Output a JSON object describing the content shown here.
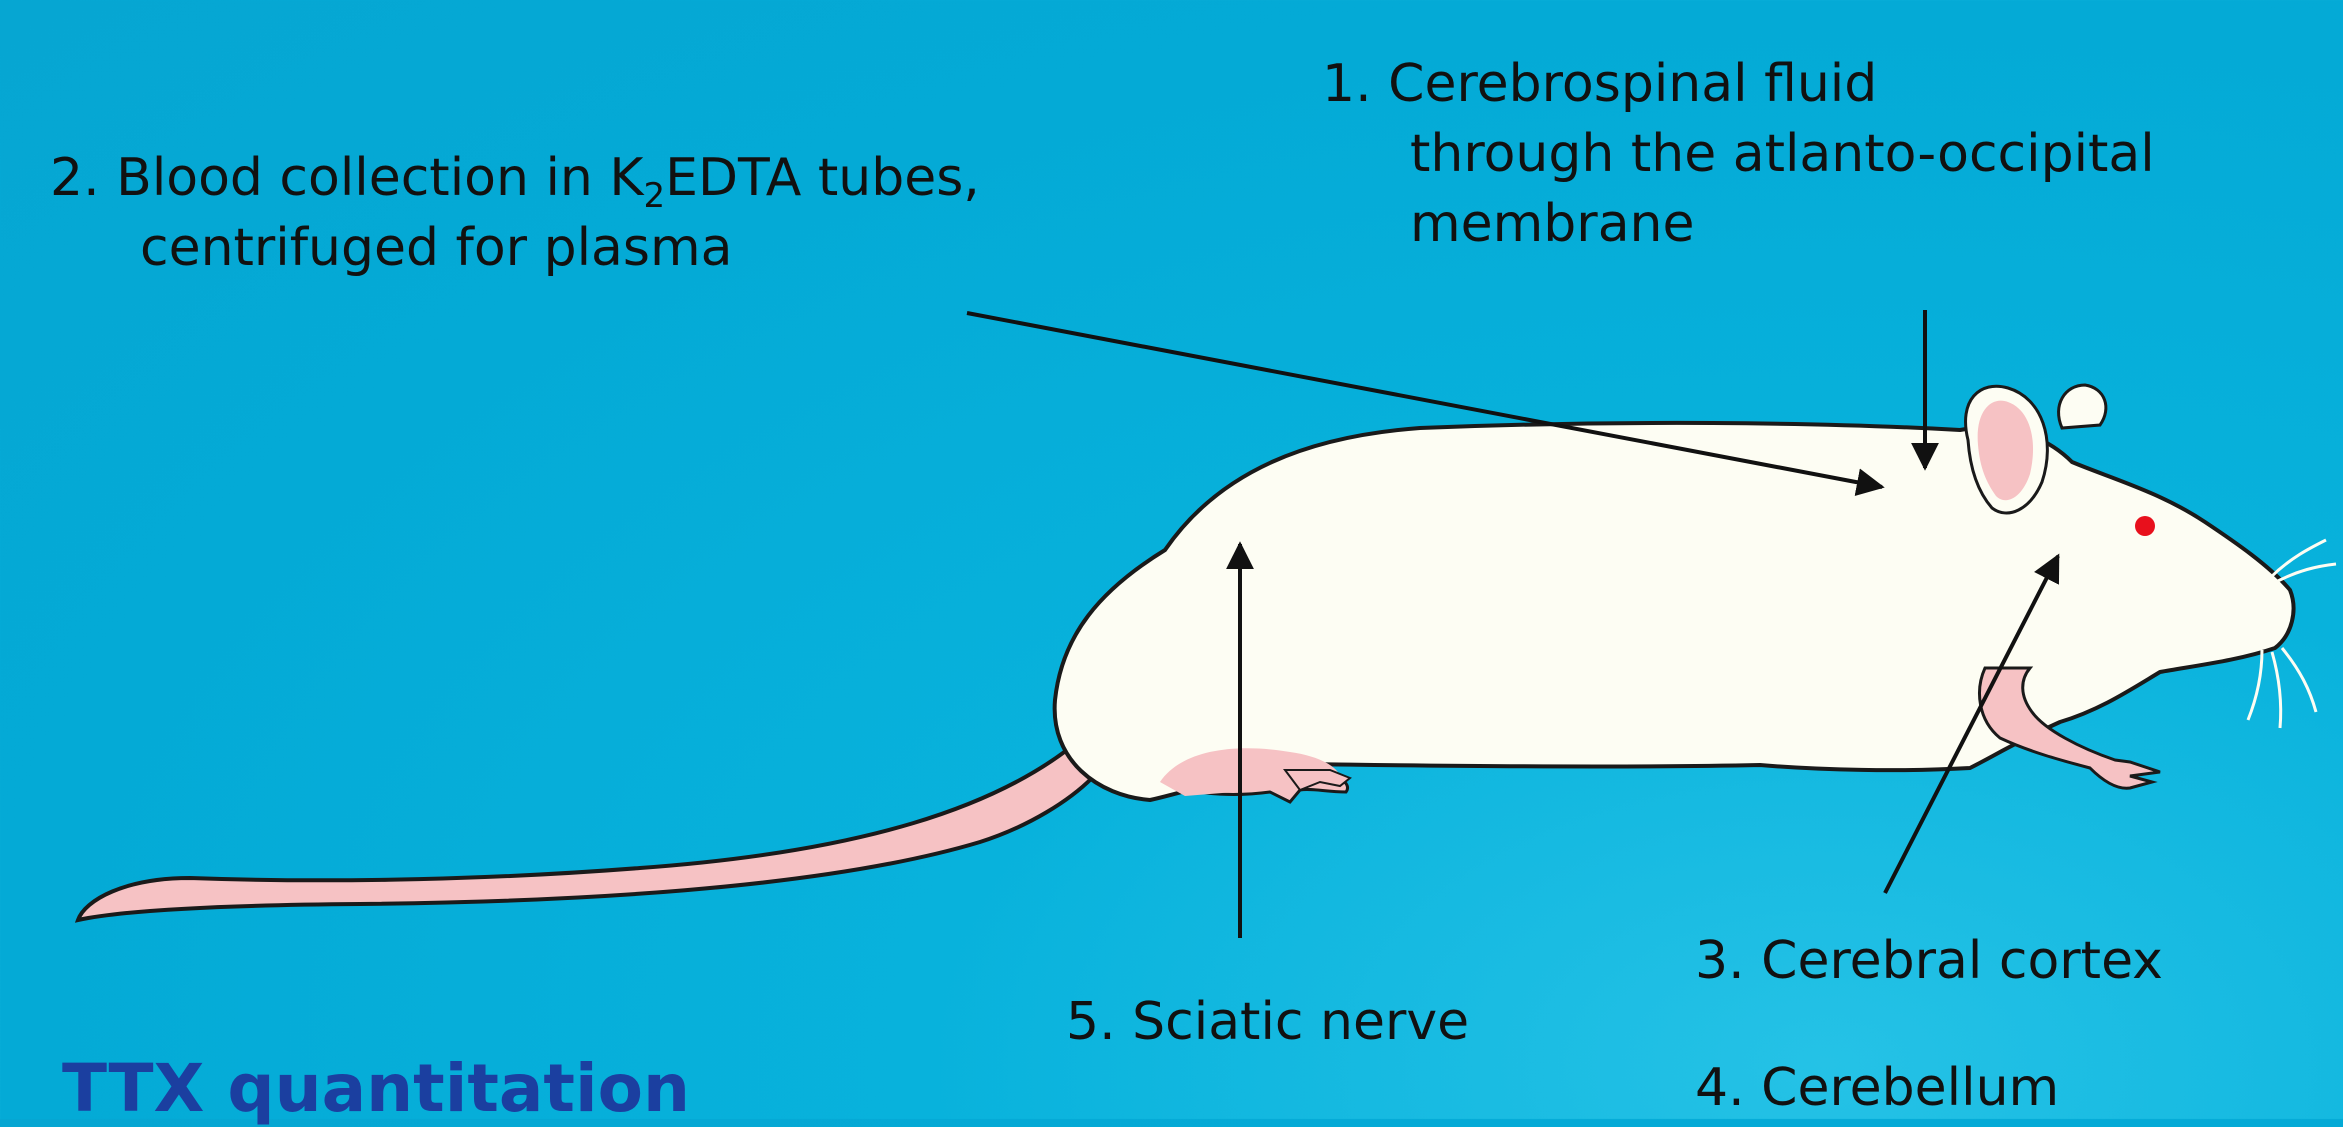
{
  "labels": {
    "csf": {
      "line1": "1. Cerebrospinal fluid",
      "line2": "through the atlanto-occipital",
      "line3": "membrane"
    },
    "blood": {
      "line1_pre": "2. Blood  collection in K",
      "line1_sub": "2",
      "line1_post": "EDTA tubes,",
      "line2": "centrifuged for plasma"
    },
    "cortex": "3. Cerebral cortex",
    "cerebellum": "4. Cerebellum",
    "sciatic": "5. Sciatic nerve"
  },
  "title": "TTX quantitation",
  "colors": {
    "background": "#04aad6",
    "mouse_body": "#fdfdf3",
    "mouse_pink": "#f6c2c4",
    "mouse_eye": "#e8101c",
    "text": "#111111",
    "title": "#1b3fa0"
  },
  "illustration": {
    "subject": "white-mouse-illustration"
  }
}
